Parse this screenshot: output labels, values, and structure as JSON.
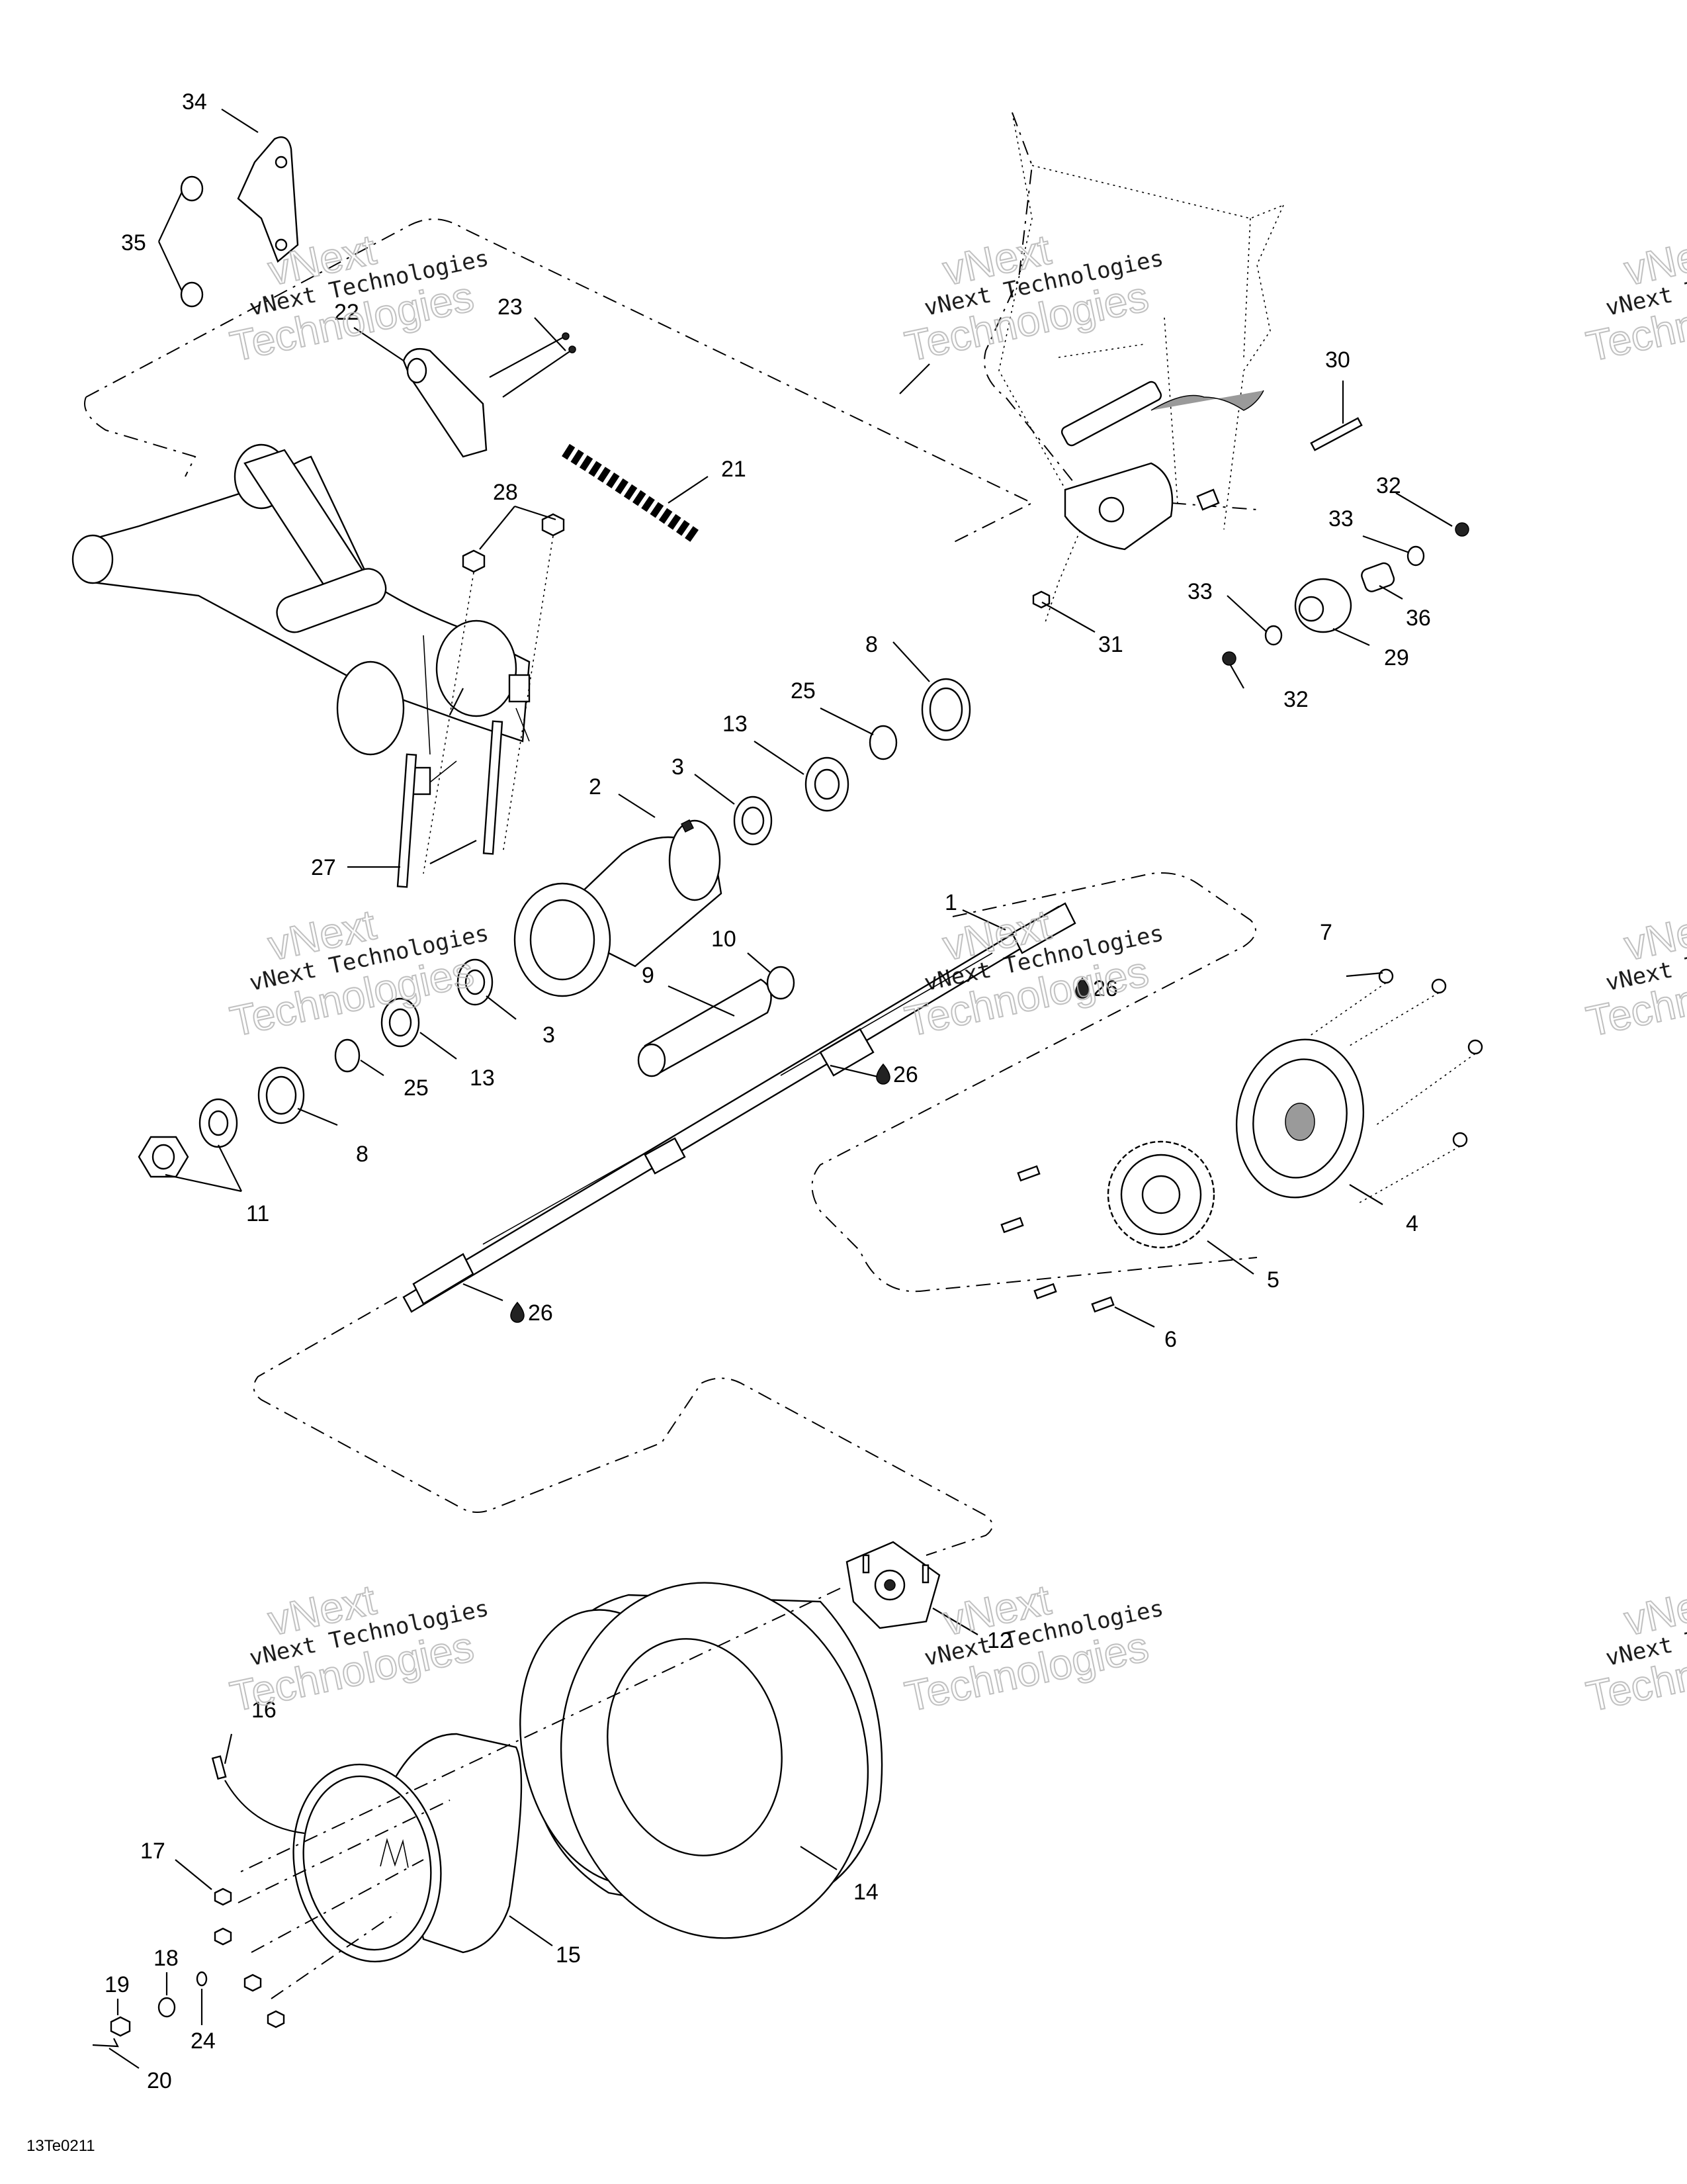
{
  "diagram": {
    "drawing_code": "13Te0211",
    "watermark_line1": "vNext",
    "watermark_line2": "vNext Technologies",
    "watermark_line3": "Technologies",
    "callouts": [
      {
        "id": "c1",
        "text": "1"
      },
      {
        "id": "c2",
        "text": "2"
      },
      {
        "id": "c3a",
        "text": "3"
      },
      {
        "id": "c3b",
        "text": "3"
      },
      {
        "id": "c4",
        "text": "4"
      },
      {
        "id": "c5",
        "text": "5"
      },
      {
        "id": "c6",
        "text": "6"
      },
      {
        "id": "c7",
        "text": "7"
      },
      {
        "id": "c8a",
        "text": "8"
      },
      {
        "id": "c8b",
        "text": "8"
      },
      {
        "id": "c9",
        "text": "9"
      },
      {
        "id": "c10",
        "text": "10"
      },
      {
        "id": "c11",
        "text": "11"
      },
      {
        "id": "c12",
        "text": "12"
      },
      {
        "id": "c13a",
        "text": "13"
      },
      {
        "id": "c13b",
        "text": "13"
      },
      {
        "id": "c14",
        "text": "14"
      },
      {
        "id": "c15",
        "text": "15"
      },
      {
        "id": "c16",
        "text": "16"
      },
      {
        "id": "c17",
        "text": "17"
      },
      {
        "id": "c18",
        "text": "18"
      },
      {
        "id": "c19",
        "text": "19"
      },
      {
        "id": "c20",
        "text": "20"
      },
      {
        "id": "c21",
        "text": "21"
      },
      {
        "id": "c22",
        "text": "22"
      },
      {
        "id": "c23",
        "text": "23"
      },
      {
        "id": "c24",
        "text": "24"
      },
      {
        "id": "c25a",
        "text": "25"
      },
      {
        "id": "c25b",
        "text": "25"
      },
      {
        "id": "c26a",
        "text": "26"
      },
      {
        "id": "c26b",
        "text": "26"
      },
      {
        "id": "c26c",
        "text": "26"
      },
      {
        "id": "c27",
        "text": "27"
      },
      {
        "id": "c28",
        "text": "28"
      },
      {
        "id": "c29",
        "text": "29"
      },
      {
        "id": "c30",
        "text": "30"
      },
      {
        "id": "c31",
        "text": "31"
      },
      {
        "id": "c32a",
        "text": "32"
      },
      {
        "id": "c32b",
        "text": "32"
      },
      {
        "id": "c33a",
        "text": "33"
      },
      {
        "id": "c33b",
        "text": "33"
      },
      {
        "id": "c34",
        "text": "34"
      },
      {
        "id": "c35",
        "text": "35"
      },
      {
        "id": "c36",
        "text": "36"
      }
    ]
  }
}
